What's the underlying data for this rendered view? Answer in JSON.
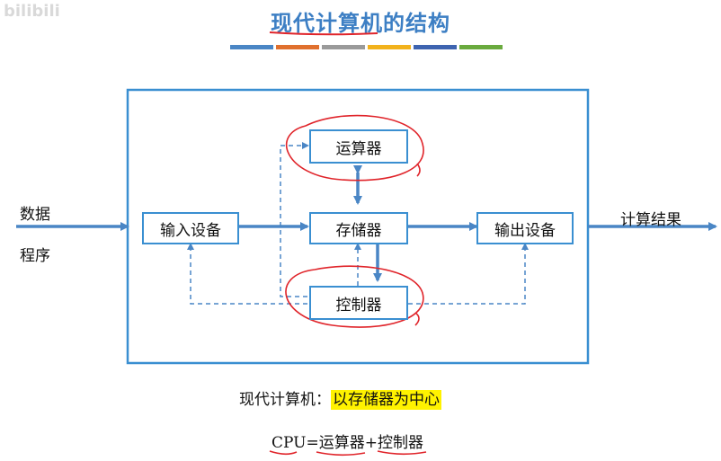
{
  "watermark": "bilibili",
  "title": "现代计算机的结构",
  "color_bar": [
    "#4a86c5",
    "#e0702e",
    "#9a9a9a",
    "#f2b21c",
    "#3e64b0",
    "#6aaa3e"
  ],
  "components": {
    "alu": "运算器",
    "memory": "存储器",
    "control": "控制器",
    "input": "输入设备",
    "output": "输出设备"
  },
  "inputs": {
    "data": "数据",
    "program": "程序"
  },
  "output_label": "计算结果",
  "caption": {
    "prefix": "现代计算机：",
    "highlight": "以存储器为中心"
  },
  "formula": {
    "cpu": "CPU",
    "eq": "=",
    "alu": "运算器",
    "plus": "+",
    "control": "控制器"
  },
  "colors": {
    "accent": "#3a8fd1",
    "arrow": "#4a86c5",
    "annotation": "#e0242a",
    "highlight": "#fff200"
  }
}
